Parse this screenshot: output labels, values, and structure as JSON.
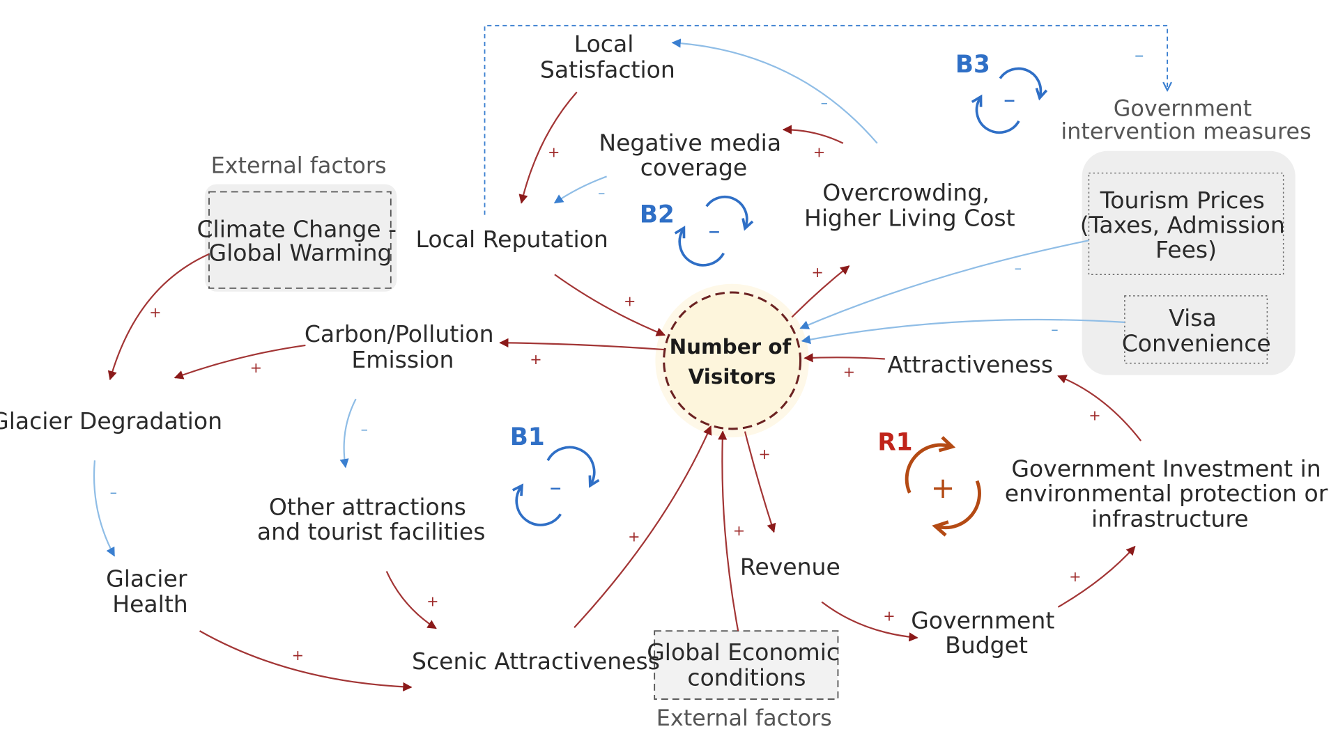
{
  "center": {
    "line1": "Number of",
    "line2": "Visitors"
  },
  "nodes": {
    "local_satisfaction": {
      "line1": "Local",
      "line2": "Satisfaction"
    },
    "negative_media": {
      "line1": "Negative media",
      "line2": "coverage"
    },
    "overcrowding": {
      "line1": "Overcrowding,",
      "line2": "Higher Living Cost"
    },
    "local_reputation": "Local Reputation",
    "carbon": {
      "line1": "Carbon/Pollution",
      "line2": "Emission"
    },
    "glacier_degradation": "Glacier Degradation",
    "glacier_health": {
      "line1": "Glacier",
      "line2": "Health"
    },
    "other_attractions": {
      "line1": "Other attractions",
      "line2": "and tourist facilities"
    },
    "scenic": "Scenic Attractiveness",
    "revenue": "Revenue",
    "gov_budget": {
      "line1": "Government",
      "line2": "Budget"
    },
    "gov_investment": {
      "line1": "Government Investment in",
      "line2": "environmental protection or",
      "line3": "infrastructure"
    },
    "attractiveness": "Attractiveness"
  },
  "external_factors": {
    "label": "External factors",
    "climate": {
      "line1": "Climate Change -",
      "line2": "Global Warming"
    },
    "global_economic": {
      "line1": "Global Economic",
      "line2": "conditions"
    }
  },
  "government_intervention": {
    "label_line1": "Government",
    "label_line2": "intervention measures",
    "tourism_prices": {
      "line1": "Tourism Prices",
      "line2": "(Taxes, Admission",
      "line3": "Fees)"
    },
    "visa": {
      "line1": "Visa",
      "line2": "Convenience"
    }
  },
  "loops": {
    "b1": "B1",
    "b2": "B2",
    "b3": "B3",
    "r1": "R1"
  },
  "signs": {
    "plus": "+",
    "minus": "–"
  },
  "colors": {
    "positive_link": "#9e2a2a",
    "negative_link": "#5b9bd5",
    "balancing_loop": "#2f6fc6",
    "reinforcing_loop": "#b44a14",
    "reinforcing_label": "#c0241b",
    "center_fill": "#fdf5dc",
    "center_border": "#6b2222"
  }
}
